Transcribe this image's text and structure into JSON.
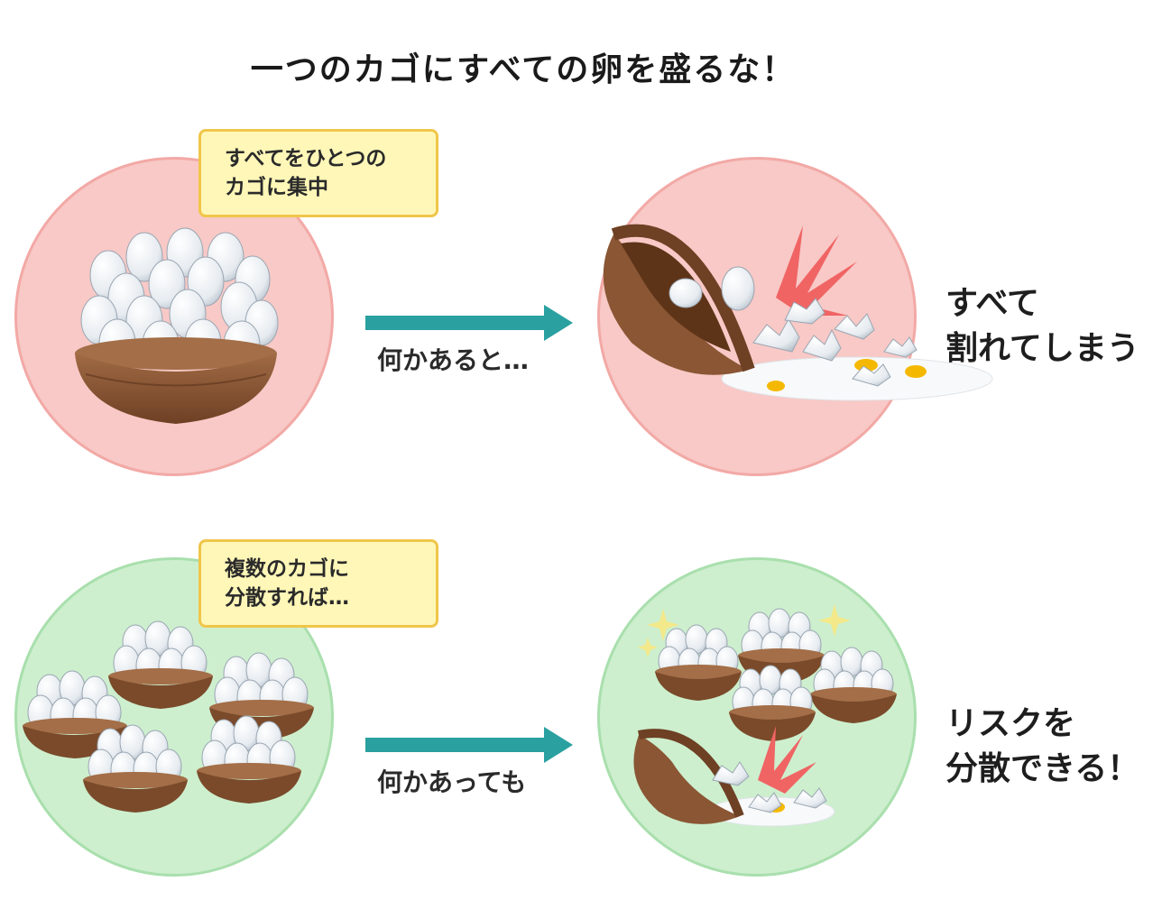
{
  "title": "一つのカゴにすべての卵を盛るな！",
  "top_row": {
    "callout": "すべてをひとつの\nカゴに集中",
    "arrow_label": "何かあると…",
    "result": "すべて\n割れてしまう"
  },
  "bottom_row": {
    "callout": "複数のカゴに\n分散すれば…",
    "arrow_label": "何かあっても",
    "result": "リスクを\n分散できる！"
  },
  "colors": {
    "danger_circle": "#f8c9c6",
    "safe_circle": "#cdefce",
    "arrow": "#2aa0a0",
    "basket": "#8a5634",
    "callout_bg": "#fff7b8",
    "callout_border": "#f0c64a"
  }
}
